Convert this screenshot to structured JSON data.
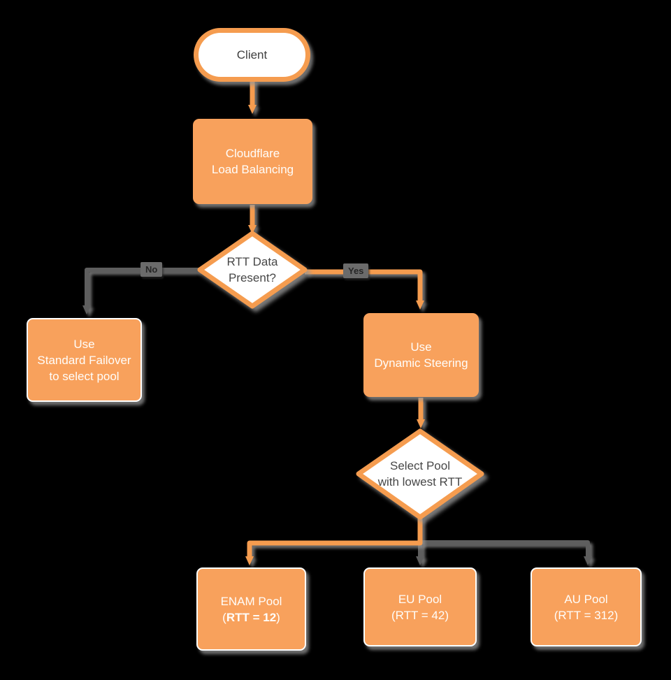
{
  "diagram": {
    "title": "Cloudflare Load Balancing RTT steering flowchart",
    "colors": {
      "background": "#000000",
      "shape_orange": "#F8A15C",
      "stroke_orange": "#F59C4F",
      "connector_gray": "#5E5E5E",
      "shadow_gray": "#969696",
      "node_text_light": "#FFFDFA",
      "node_text_dark": "#474747",
      "edge_label_bg": "#6B6B6B",
      "edge_label_text": "#262626"
    },
    "nodes": {
      "client": {
        "label": "Client"
      },
      "load_balancing": {
        "line1": "Cloudflare",
        "line2": "Load Balancing"
      },
      "rtt_decision": {
        "line1": "RTT Data",
        "line2": "Present?"
      },
      "standard_failover": {
        "line1": "Use",
        "line2": "Standard Failover",
        "line3": "to select pool"
      },
      "dynamic_steering": {
        "line1": "Use",
        "line2": "Dynamic Steering"
      },
      "select_pool": {
        "line1": "Select Pool",
        "line2": "with lowest RTT"
      },
      "enam_pool": {
        "line1": "ENAM Pool",
        "paren_open": "(",
        "rtt_bold": "RTT = 12",
        "paren_close": ")"
      },
      "eu_pool": {
        "line1": "EU Pool",
        "line2": "(RTT = 42)"
      },
      "au_pool": {
        "line1": "AU Pool",
        "line2": "(RTT = 312)"
      }
    },
    "edge_labels": {
      "no": "No",
      "yes": "Yes"
    }
  }
}
